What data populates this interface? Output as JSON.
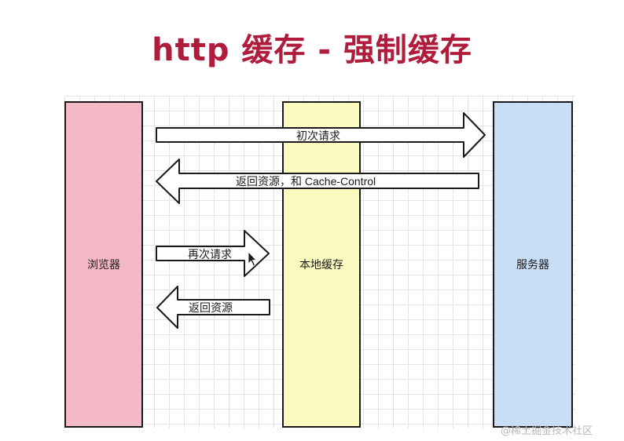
{
  "title": "http 缓存 - 强制缓存",
  "participants": {
    "browser": "浏览器",
    "cache": "本地缓存",
    "server": "服务器"
  },
  "messages": [
    {
      "label": "初次请求",
      "direction": "right",
      "from": "浏览器",
      "to": "服务器"
    },
    {
      "label": "返回资源，和 Cache-Control",
      "direction": "left",
      "from": "服务器",
      "to": "浏览器"
    },
    {
      "label": "再次请求",
      "direction": "right",
      "from": "浏览器",
      "to": "本地缓存"
    },
    {
      "label": "返回资源",
      "direction": "left",
      "from": "本地缓存",
      "to": "浏览器"
    }
  ],
  "watermark": "@稀土掘金技术社区",
  "colors": {
    "title": "#b01c3c",
    "browser": "#f4b9c6",
    "cache": "#fbfbc0",
    "server": "#c9def5"
  }
}
